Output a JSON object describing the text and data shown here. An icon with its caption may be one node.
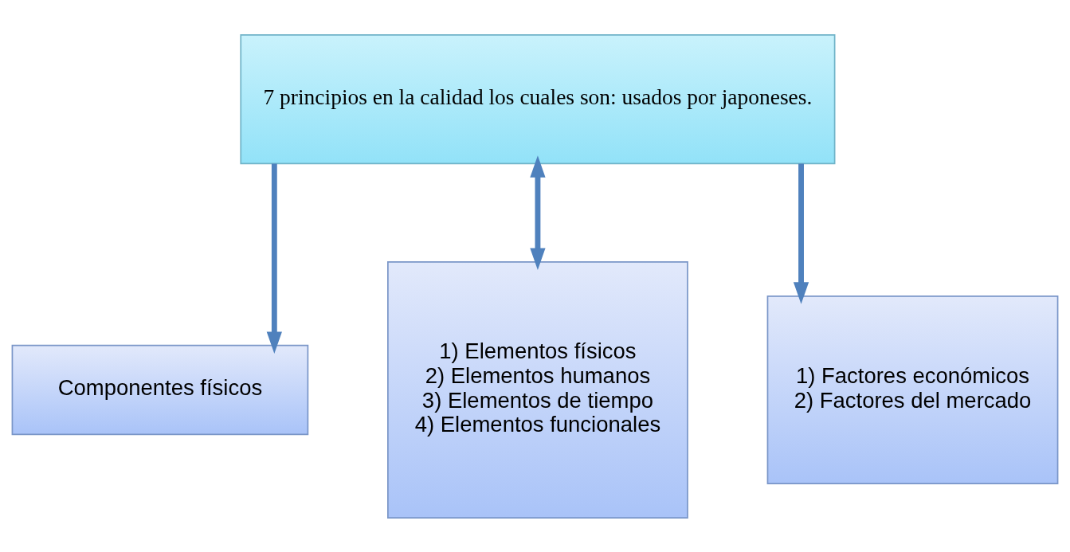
{
  "diagram": {
    "nodes": [
      {
        "text": [
          "7 principios en la calidad los cuales son: usados por japoneses."
        ]
      },
      {
        "text": [
          "Componentes físicos"
        ]
      },
      {
        "text": [
          "1) Elementos físicos",
          "2) Elementos humanos",
          "3) Elementos de tiempo",
          "4) Elementos funcionales"
        ]
      },
      {
        "text": [
          "1) Factores económicos",
          "2) Factores del mercado"
        ]
      }
    ],
    "edges": [
      {
        "from": 0,
        "to": 1,
        "arrow": "to"
      },
      {
        "from": 0,
        "to": 2,
        "arrow": "both"
      },
      {
        "from": 0,
        "to": 3,
        "arrow": "to"
      }
    ]
  }
}
